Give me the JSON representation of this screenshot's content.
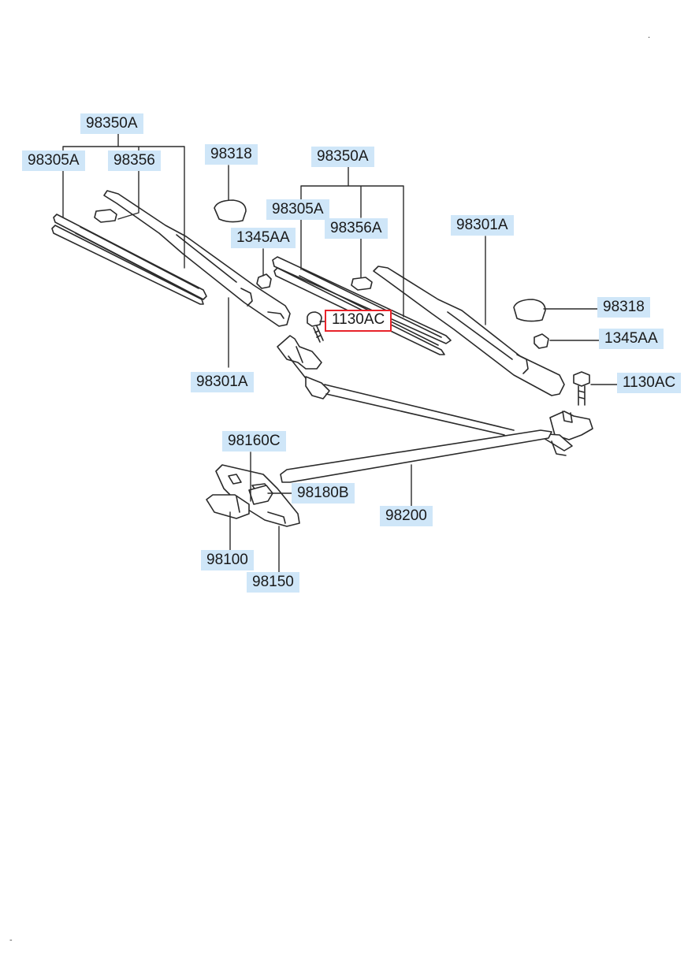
{
  "diagram": {
    "labels": {
      "l_98350A_left": "98350A",
      "l_98305A_left": "98305A",
      "l_98356_left": "98356",
      "l_98318_top": "98318",
      "l_98350A_mid": "98350A",
      "l_98305A_mid": "98305A",
      "l_98356A_mid": "98356A",
      "l_1345AA_top": "1345AA",
      "l_98301A_right": "98301A",
      "l_1130AC_mid": "1130AC",
      "l_98318_right": "98318",
      "l_1345AA_right": "1345AA",
      "l_98301A_left": "98301A",
      "l_1130AC_right": "1130AC",
      "l_98160C": "98160C",
      "l_98180B": "98180B",
      "l_98200": "98200",
      "l_98100": "98100",
      "l_98150": "98150"
    },
    "highlighted_label": "l_1130AC_mid",
    "colors": {
      "label_bg": "#cfe6f8",
      "highlight_border": "#e8232a",
      "line": "#2a2a2a"
    }
  }
}
